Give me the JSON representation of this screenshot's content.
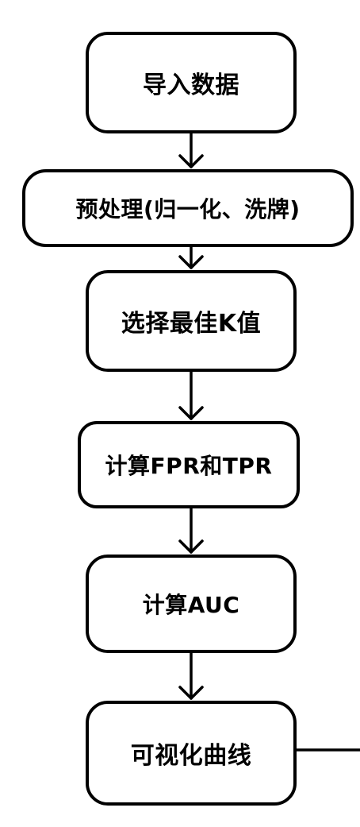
{
  "diagram": {
    "type": "flowchart",
    "direction": "top-to-bottom",
    "stroke_color": "#000000",
    "fill_color": "#ffffff",
    "nodes": [
      {
        "id": "n1",
        "label": "导入数据"
      },
      {
        "id": "n2",
        "label": "预处理(归一化、洗牌)"
      },
      {
        "id": "n3",
        "label": "选择最佳K值"
      },
      {
        "id": "n4",
        "label": "计算FPR和TPR"
      },
      {
        "id": "n5",
        "label": "计算AUC"
      },
      {
        "id": "n6",
        "label": "可视化曲线"
      }
    ],
    "edges": [
      {
        "from": "n1",
        "to": "n2"
      },
      {
        "from": "n2",
        "to": "n3"
      },
      {
        "from": "n3",
        "to": "n4"
      },
      {
        "from": "n4",
        "to": "n5"
      },
      {
        "from": "n5",
        "to": "n6"
      },
      {
        "from": "n6",
        "to": "off-page-right"
      }
    ]
  }
}
